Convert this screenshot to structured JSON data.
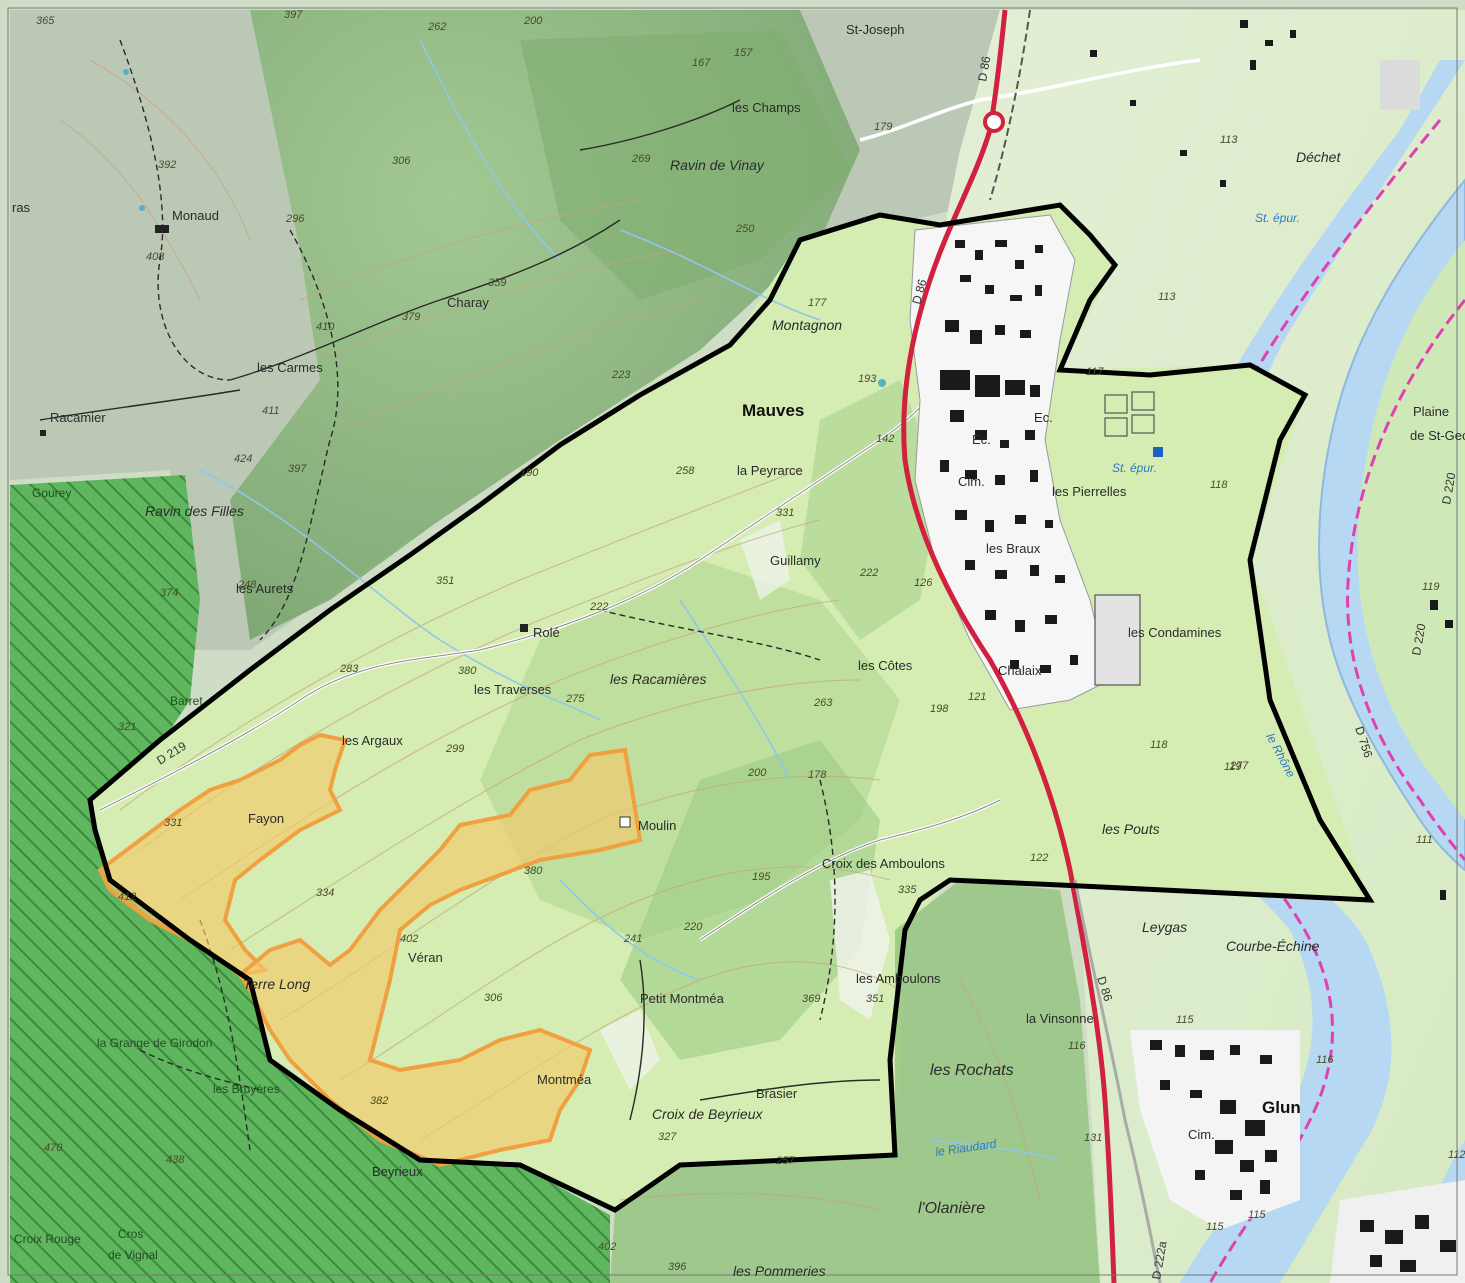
{
  "place_labels": {
    "mauves": "Mauves",
    "st_joseph": "St-Joseph",
    "les_champs": "les Champs",
    "ravin_de_vinay": "Ravin de Vinay",
    "monaud": "Monaud",
    "charay": "Charay",
    "les_carmes": "les Carmes",
    "racamier": "Racamier",
    "gourey": "Gourey",
    "ravin_des_filles": "Ravin des Filles",
    "les_aurets": "les Aurets",
    "montagnon": "Montagnon",
    "la_peyrarce": "la Peyrarce",
    "guillamy": "Guillamy",
    "role": "Rolé",
    "les_traverses": "les Traverses",
    "les_racamieres": "les Racamières",
    "les_cotes": "les Côtes",
    "les_argaux": "les Argaux",
    "fayon": "Fayon",
    "moulin": "Moulin",
    "croix_des_amboulons": "Croix des Amboulons",
    "veran": "Véran",
    "terre_long": "Terre Long",
    "la_grange_de_girodon": "la Grange de Girodon",
    "les_bruyeres": "les Bruyères",
    "petit_montmea": "Petit Montméa",
    "les_amboulons": "les Amboulons",
    "les_rochats": "les Rochats",
    "montmea": "Montméa",
    "brasier": "Brasier",
    "croix_de_beyrieux": "Croix de Beyrieux",
    "beyrieux": "Beyrieux",
    "l_olaniere": "l'Olanière",
    "croix_rouge": "Croix Rouge",
    "cros_de_vignal": "Cros de Vignal",
    "les_pommeries": "les Pommeries",
    "les_pierrelles": "les Pierrelles",
    "les_braux": "les Braux",
    "les_condamines": "les Condamines",
    "chalaix": "Chalaix",
    "les_pouts": "les Pouts",
    "leygas": "Leygas",
    "courbe_echine": "Courbe-Échine",
    "la_vinsonne": "la Vinsonne",
    "glun": "Glun",
    "dechet": "Déchet",
    "plaine": "Plaine",
    "de_st_georges": "de St-Georg",
    "barret": "Barret",
    "ec1": "Ec.",
    "ec2": "Ec.",
    "cim1": "Cim.",
    "cim2": "Cim.",
    "st_epur1": "St. épur.",
    "st_epur2": "St. épur.",
    "ras": "ras",
    "le_rhone": "le Rhône",
    "le_riaudard": "le Riaudard"
  },
  "road_labels": {
    "d86_north": "D 86",
    "d86_mid": "D 86",
    "d86_south": "D 86",
    "d219": "D 219",
    "d756": "D 756",
    "d220a": "D 220",
    "d220b": "D 220",
    "d222a": "D 222a"
  },
  "altitudes": [
    "365",
    "397",
    "262",
    "200",
    "157",
    "167",
    "179",
    "269",
    "306",
    "296",
    "392",
    "408",
    "359",
    "250",
    "410",
    "379",
    "177",
    "223",
    "411",
    "424",
    "397",
    "193",
    "142",
    "190",
    "258",
    "331",
    "374",
    "222",
    "248",
    "351",
    "222",
    "126",
    "283",
    "380",
    "275",
    "263",
    "198",
    "121",
    "321",
    "299",
    "331",
    "200",
    "178",
    "412",
    "118",
    "119",
    "334",
    "380",
    "195",
    "335",
    "402",
    "241",
    "220",
    "306",
    "369",
    "351",
    "382",
    "438",
    "470",
    "327",
    "257",
    "131",
    "122",
    "116",
    "115",
    "116",
    "115",
    "115",
    "113",
    "113",
    "117",
    "118",
    "119",
    "277",
    "402",
    "396",
    "111",
    "112"
  ],
  "legend": {},
  "colors": {
    "commune_boundary": "#000000",
    "study_zone_fill": "#f4c96a",
    "study_zone_stroke": "#f0a040",
    "main_road": "#d0213f",
    "river": "#b6d8f2",
    "river_dark": "#8eb8de",
    "forest_hatch": "#3f8f3f",
    "vineyard_light": "#d9f2b8",
    "relief_green": "#8bc67a",
    "relief_grey": "#c9cfc6",
    "urban": "#ffffff",
    "contour": "#c9a27b",
    "pink_dash": "#e040b0"
  }
}
